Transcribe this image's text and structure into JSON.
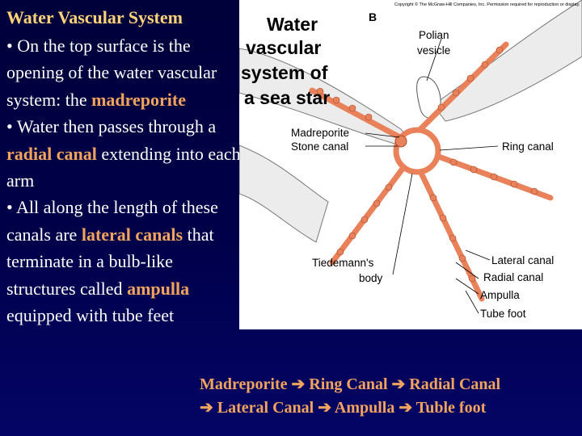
{
  "slide": {
    "title": "Water Vascular System",
    "paragraphs": [
      {
        "bullet": "•",
        "segments": [
          {
            "text": "On the top surface is the opening of the water vascular system:  the ",
            "highlight": false
          },
          {
            "text": "madreporite",
            "highlight": true
          }
        ]
      },
      {
        "bullet": "•",
        "segments": [
          {
            "text": "Water then passes through a ",
            "highlight": false
          },
          {
            "text": "radial canal",
            "highlight": true
          },
          {
            "text": " extending into each arm",
            "highlight": false
          }
        ]
      },
      {
        "bullet": "•",
        "segments": [
          {
            "text": "All along the length of these canals are ",
            "highlight": false
          },
          {
            "text": "lateral canals",
            "highlight": true
          },
          {
            "text": " that terminate in a bulb-like structures called ",
            "highlight": false
          },
          {
            "text": "ampulla",
            "highlight": true
          },
          {
            "text": " equipped with tube feet",
            "highlight": false
          }
        ]
      }
    ],
    "flow_line_1": [
      "Madreporite",
      "Ring Canal",
      "Radial Canal"
    ],
    "flow_line_2": [
      "Lateral Canal",
      "Ampulla",
      "Tuble foot"
    ],
    "arrow_glyph": "➔"
  },
  "figure": {
    "copyright": "Copyright © The McGraw-Hill Companies, Inc. Permission required for reproduction or display.",
    "title_lines": [
      "Water",
      "vascular",
      "system of",
      "a sea star"
    ],
    "panel_letter": "B",
    "labels": {
      "polian1": "Polian",
      "polian2": "vesicle",
      "madreporite": "Madreporite",
      "stone_canal": "Stone canal",
      "ring_canal": "Ring canal",
      "tiedemann1": "Tiedemann's",
      "tiedemann2": "body",
      "lateral_canal": "Lateral canal",
      "radial_canal": "Radial canal",
      "ampulla": "Ampulla",
      "tube_foot": "Tube foot"
    }
  },
  "colors": {
    "background": "#00003a",
    "title": "#ffd27a",
    "text": "#ffffff",
    "highlight": "#f2a45e",
    "canal_orange": "#e9825a"
  }
}
